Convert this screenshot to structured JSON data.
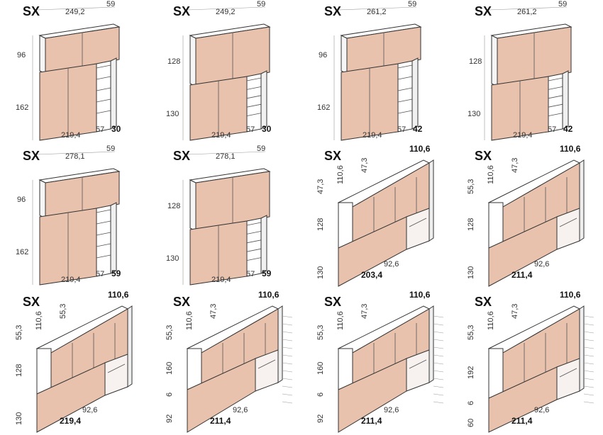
{
  "colors": {
    "front": "#e8c2ad",
    "carcass": "#ffffff",
    "outline": "#333333"
  },
  "variants": [
    {
      "label": "SX",
      "top": "249,2",
      "depth": "59",
      "upper_h": "96",
      "lower_h": "162",
      "width": "219,4",
      "side": "57",
      "side_depth": "30"
    },
    {
      "label": "SX",
      "top": "249,2",
      "depth": "59",
      "upper_h": "128",
      "lower_h": "130",
      "width": "219,4",
      "side": "57",
      "side_depth": "30"
    },
    {
      "label": "SX",
      "top": "261,2",
      "depth": "59",
      "upper_h": "96",
      "lower_h": "162",
      "width": "219,4",
      "side": "57",
      "side_depth": "42"
    },
    {
      "label": "SX",
      "top": "261,2",
      "depth": "59",
      "upper_h": "128",
      "lower_h": "130",
      "width": "219,4",
      "side": "57",
      "side_depth": "42"
    },
    {
      "label": "SX",
      "top": "278,1",
      "depth": "59",
      "upper_h": "96",
      "lower_h": "162",
      "width": "219,4",
      "side": "57",
      "side_depth": "59"
    },
    {
      "label": "SX",
      "top": "278,1",
      "depth": "59",
      "upper_h": "128",
      "lower_h": "130",
      "width": "219,4",
      "side": "57",
      "side_depth": "59"
    },
    {
      "label": "SX",
      "corner": "110,6",
      "d1": "47,3",
      "w1": "110,6",
      "w2": "47,3",
      "upper_h": "128",
      "lower_h": "130",
      "width": "203,4",
      "return": "92,6"
    },
    {
      "label": "SX",
      "corner": "110,6",
      "d1": "55,3",
      "w1": "110,6",
      "w2": "47,3",
      "upper_h": "128",
      "lower_h": "130",
      "width": "211,4",
      "return": "92,6"
    },
    {
      "label": "SX",
      "corner": "110,6",
      "d1": "55,3",
      "w1": "110,6",
      "w2": "55,3",
      "upper_h": "128",
      "lower_h": "130",
      "width": "219,4",
      "return": "92,6"
    },
    {
      "label": "SX",
      "corner": "110,6",
      "d1": "55,3",
      "w1": "110,6",
      "w2": "47,3",
      "upper_h": "160",
      "mid_h": "6",
      "lower_h": "92",
      "width": "211,4",
      "return": "92,6"
    },
    {
      "label": "SX",
      "corner": "110,6",
      "d1": "55,3",
      "w1": "110,6",
      "w2": "47,3",
      "upper_h": "160",
      "mid_h": "6",
      "lower_h": "92",
      "width": "211,4",
      "return": "92,6"
    },
    {
      "label": "SX",
      "corner": "110,6",
      "d1": "55,3",
      "w1": "110,6",
      "w2": "47,3",
      "upper_h": "192",
      "mid_h": "6",
      "lower_h": "60",
      "width": "211,4",
      "return": "92,6"
    }
  ]
}
